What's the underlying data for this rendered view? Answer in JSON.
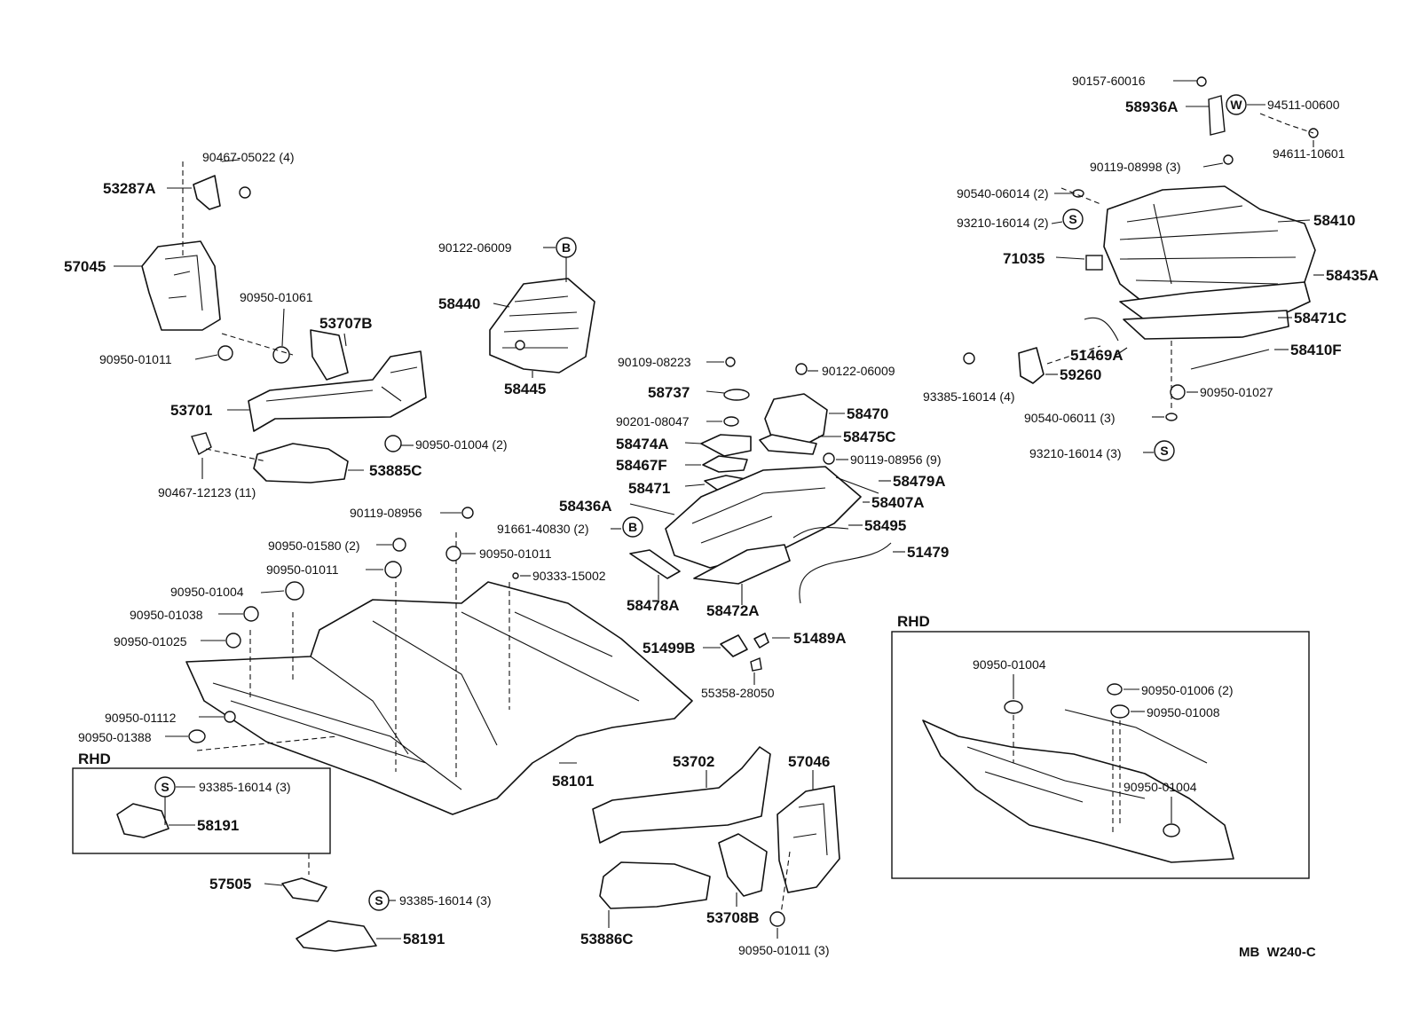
{
  "diagram": {
    "code": "MB  W240-C",
    "inset_labels": {
      "rhd_left": "RHD",
      "rhd_right": "RHD"
    },
    "circle_letters": {
      "b1": "B",
      "b2": "B",
      "s1": "S",
      "s2": "S",
      "s3": "S",
      "s4": "S",
      "w": "W"
    },
    "parts": {
      "p90157_60016": "90157-60016",
      "p58936A": "58936A",
      "p94511_00600": "94511-00600",
      "p94611_10601": "94611-10601",
      "p90119_08998": "90119-08998 (3)",
      "p90540_06014": "90540-06014 (2)",
      "p93210_16014_2": "93210-16014 (2)",
      "p58410": "58410",
      "p71035": "71035",
      "p58435A": "58435A",
      "p58471C": "58471C",
      "p51469A": "51469A",
      "p58410F": "58410F",
      "p59260": "59260",
      "p93385_16014_4": "93385-16014 (4)",
      "p90950_01027": "90950-01027",
      "p90540_06011": "90540-06011 (3)",
      "p93210_16014_3": "93210-16014 (3)",
      "p90467_05022": "90467-05022 (4)",
      "p53287A": "53287A",
      "p57045": "57045",
      "p90950_01061": "90950-01061",
      "p53707B": "53707B",
      "p90950_01011_a": "90950-01011",
      "p53701": "53701",
      "p90950_01004_2": "90950-01004 (2)",
      "p53885C": "53885C",
      "p90467_12123": "90467-12123 (11)",
      "p90122_06009_a": "90122-06009",
      "p58440": "58440",
      "p58445": "58445",
      "p90109_08223": "90109-08223",
      "p58737": "58737",
      "p90201_08047": "90201-08047",
      "p58474A": "58474A",
      "p58467F": "58467F",
      "p58471": "58471",
      "p58436A": "58436A",
      "p90122_06009_b": "90122-06009",
      "p58470": "58470",
      "p58475C": "58475C",
      "p90119_08956_9": "90119-08956 (9)",
      "p58479A": "58479A",
      "p58407A": "58407A",
      "p58495": "58495",
      "p51479": "51479",
      "p90119_08956": "90119-08956",
      "p91661_40830": "91661-40830 (2)",
      "p90950_01580": "90950-01580 (2)",
      "p90950_01011_b": "90950-01011",
      "p90950_01011_c": "90950-01011",
      "p90333_15002": "90333-15002",
      "p90950_01004_a": "90950-01004",
      "p90950_01038": "90950-01038",
      "p90950_01025": "90950-01025",
      "p58478A": "58478A",
      "p58472A": "58472A",
      "p51499B": "51499B",
      "p51489A": "51489A",
      "p55358_28050": "55358-28050",
      "p90950_01112": "90950-01112",
      "p90950_01388": "90950-01388",
      "p93385_16014_3a": "93385-16014 (3)",
      "p58191_a": "58191",
      "p58101": "58101",
      "p53702": "53702",
      "p57046": "57046",
      "p57505": "57505",
      "p93385_16014_3b": "93385-16014 (3)",
      "p58191_b": "58191",
      "p53886C": "53886C",
      "p53708B": "53708B",
      "p90950_01011_3": "90950-01011 (3)",
      "r90950_01004_a": "90950-01004",
      "r90950_01006": "90950-01006 (2)",
      "r90950_01008": "90950-01008",
      "r90950_01004_b": "90950-01004"
    }
  }
}
